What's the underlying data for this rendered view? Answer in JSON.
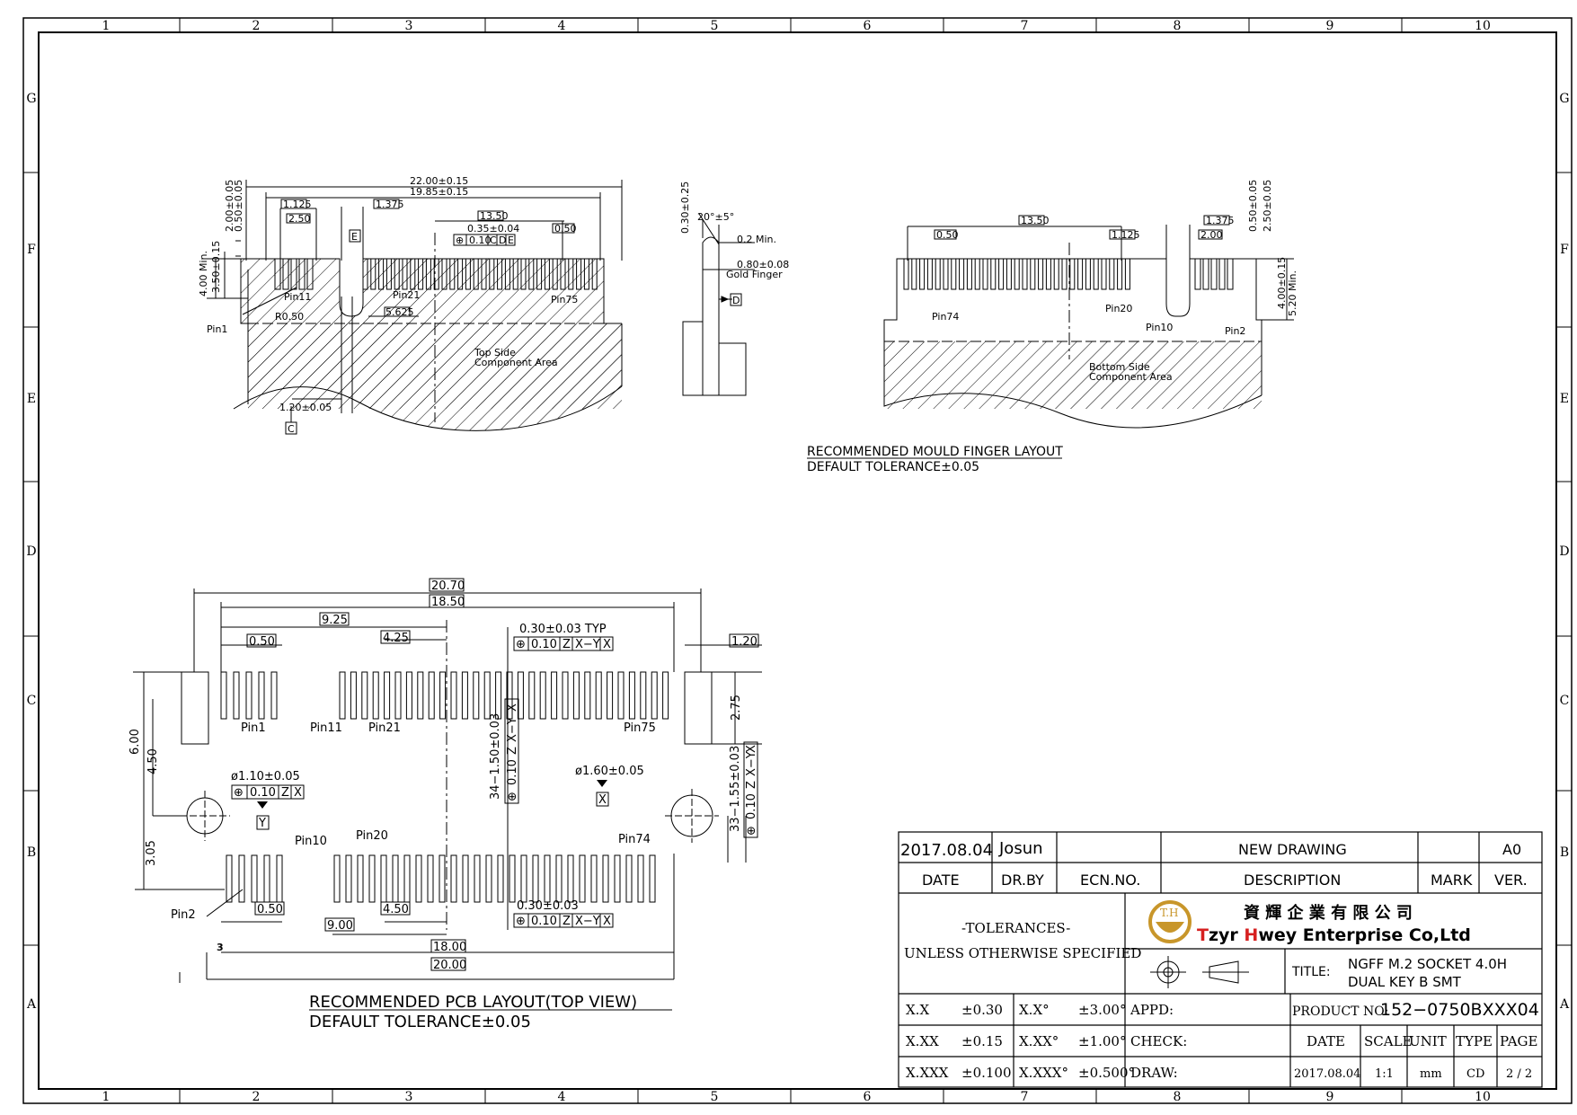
{
  "border": {
    "columns": [
      "1",
      "2",
      "3",
      "4",
      "5",
      "6",
      "7",
      "8",
      "9",
      "10"
    ],
    "rows": [
      "G",
      "F",
      "E",
      "D",
      "C",
      "B",
      "A"
    ]
  },
  "top_view": {
    "dims": {
      "overall_1": "22.00±0.15",
      "overall_2": "19.85±0.15",
      "d_1125": "1.125",
      "d_1375": "1.375",
      "d_250": "2.50",
      "d_1350": "13.50",
      "d_050": "0.50",
      "d_035": "0.35±0.04",
      "d_200_v": "2.00±0.05",
      "d_050_v": "0.50±0.05",
      "d_400_v": "4.00 Min.",
      "d_350_v": "3.50±0.15",
      "d_r050": "R0.50",
      "d_5625": "5.625",
      "d_120": "1.20±0.05"
    },
    "fcf": [
      "⊕",
      "0.10",
      "C",
      "D",
      "E"
    ],
    "datum_e": "E",
    "datum_c": "C",
    "pins": {
      "pin1": "Pin1",
      "pin11": "Pin11",
      "pin21": "Pin21",
      "pin75": "Pin75"
    },
    "area_text": [
      "Top Side",
      "Component Area"
    ]
  },
  "side_view": {
    "angle": "20°±5°",
    "d_030": "0.30±0.25",
    "d_02": "0.2 Min.",
    "d_080": "0.80±0.08",
    "gold": "Gold Finger",
    "datum_d": "D"
  },
  "bottom_view": {
    "dims": {
      "d_1350": "13.50",
      "d_050": "0.50",
      "d_1125": "1.125",
      "d_1375": "1.375",
      "d_200": "2.00",
      "d_050_v": "0.50±0.05",
      "d_250_v": "2.50±0.05",
      "d_400_v": "4.00±0.15",
      "d_520_v": "5.20 Min."
    },
    "pins": {
      "pin74": "Pin74",
      "pin20": "Pin20",
      "pin10": "Pin10",
      "pin2": "Pin2"
    },
    "area_text": [
      "Bottom Side",
      "Component Area"
    ],
    "caption_1": "RECOMMENDED MOULD FINGER LAYOUT",
    "caption_2": "DEFAULT TOLERANCE±0.05"
  },
  "pcb_view": {
    "dims": {
      "d_2070": "20.70",
      "d_1850": "18.50",
      "d_925": "9.25",
      "d_425": "4.25",
      "d_050": "0.50",
      "d_030_typ": "0.30±0.03 TYP",
      "d_120": "1.20",
      "d_275": "2.75",
      "d_600": "6.00",
      "d_450": "4.50",
      "d_305": "3.05",
      "d_hole1": "ø1.10±0.05",
      "d_hole2": "ø1.60±0.05",
      "d_34": "34−1.50±0.03",
      "d_33": "33−1.55±0.03",
      "d_050b": "0.50",
      "d_450b": "4.50",
      "d_900": "9.00",
      "d_1800": "18.00",
      "d_2000": "20.00",
      "d_030b": "0.30±0.03",
      "num3": "3"
    },
    "fcf_top": [
      "⊕",
      "0.10",
      "Z",
      "X−Y",
      "X"
    ],
    "fcf_hole1": [
      "⊕",
      "0.10",
      "Z",
      "X"
    ],
    "fcf_bot": [
      "⊕",
      "0.10",
      "Z",
      "X−Y",
      "X"
    ],
    "datum_y": "Y",
    "datum_x": "X",
    "pins": {
      "pin1": "Pin1",
      "pin11": "Pin11",
      "pin21": "Pin21",
      "pin75": "Pin75",
      "pin10": "Pin10",
      "pin20": "Pin20",
      "pin74": "Pin74",
      "pin2": "Pin2"
    },
    "caption_1": "RECOMMENDED PCB LAYOUT(TOP VIEW)",
    "caption_2": "DEFAULT TOLERANCE±0.05"
  },
  "title_block": {
    "rev_date": "2017.08.04",
    "rev_by": "Josun",
    "rev_desc": "NEW DRAWING",
    "rev_ver": "A0",
    "h_date": "DATE",
    "h_drby": "DR.BY",
    "h_ecn": "ECN.NO.",
    "h_desc": "DESCRIPTION",
    "h_mark": "MARK",
    "h_ver": "VER.",
    "tol_1": "-TOLERANCES-",
    "tol_2": "UNLESS OTHERWISE SPECIFIED",
    "company_cn": "資 輝 企 業 有 限 公 司",
    "company_en_1": "T",
    "company_en_2": "zyr ",
    "company_en_3": "H",
    "company_en_4": "wey Enterprise Co,Ltd",
    "logo_text": "T.H",
    "title_label": "TITLE:",
    "title_1": "NGFF M.2 SOCKET 4.0H",
    "title_2": "DUAL KEY B SMT",
    "product_label": "PRODUCT NO:",
    "product_no": "152−0750BXXX04",
    "tol_rows": [
      {
        "a": "X.X",
        "b": "±0.30",
        "c": "X.X°",
        "d": "±3.00°"
      },
      {
        "a": "X.XX",
        "b": "±0.15",
        "c": "X.XX°",
        "d": "±1.00°"
      },
      {
        "a": "X.XXX",
        "b": "±0.100",
        "c": "X.XXX°",
        "d": "±0.500°"
      }
    ],
    "appd": "APPD:",
    "check": "CHECK:",
    "draw": "DRAW:",
    "h2_date": "DATE",
    "h2_scale": "SCALE",
    "h2_unit": "UNIT",
    "h2_type": "TYPE",
    "h2_page": "PAGE",
    "v_date": "2017.08.04",
    "v_scale": "1:1",
    "v_unit": "mm",
    "v_type": "CD",
    "v_page": "2 / 2"
  },
  "colors": {
    "logo_gold": "#c8962a",
    "brand_red": "#d62020"
  }
}
